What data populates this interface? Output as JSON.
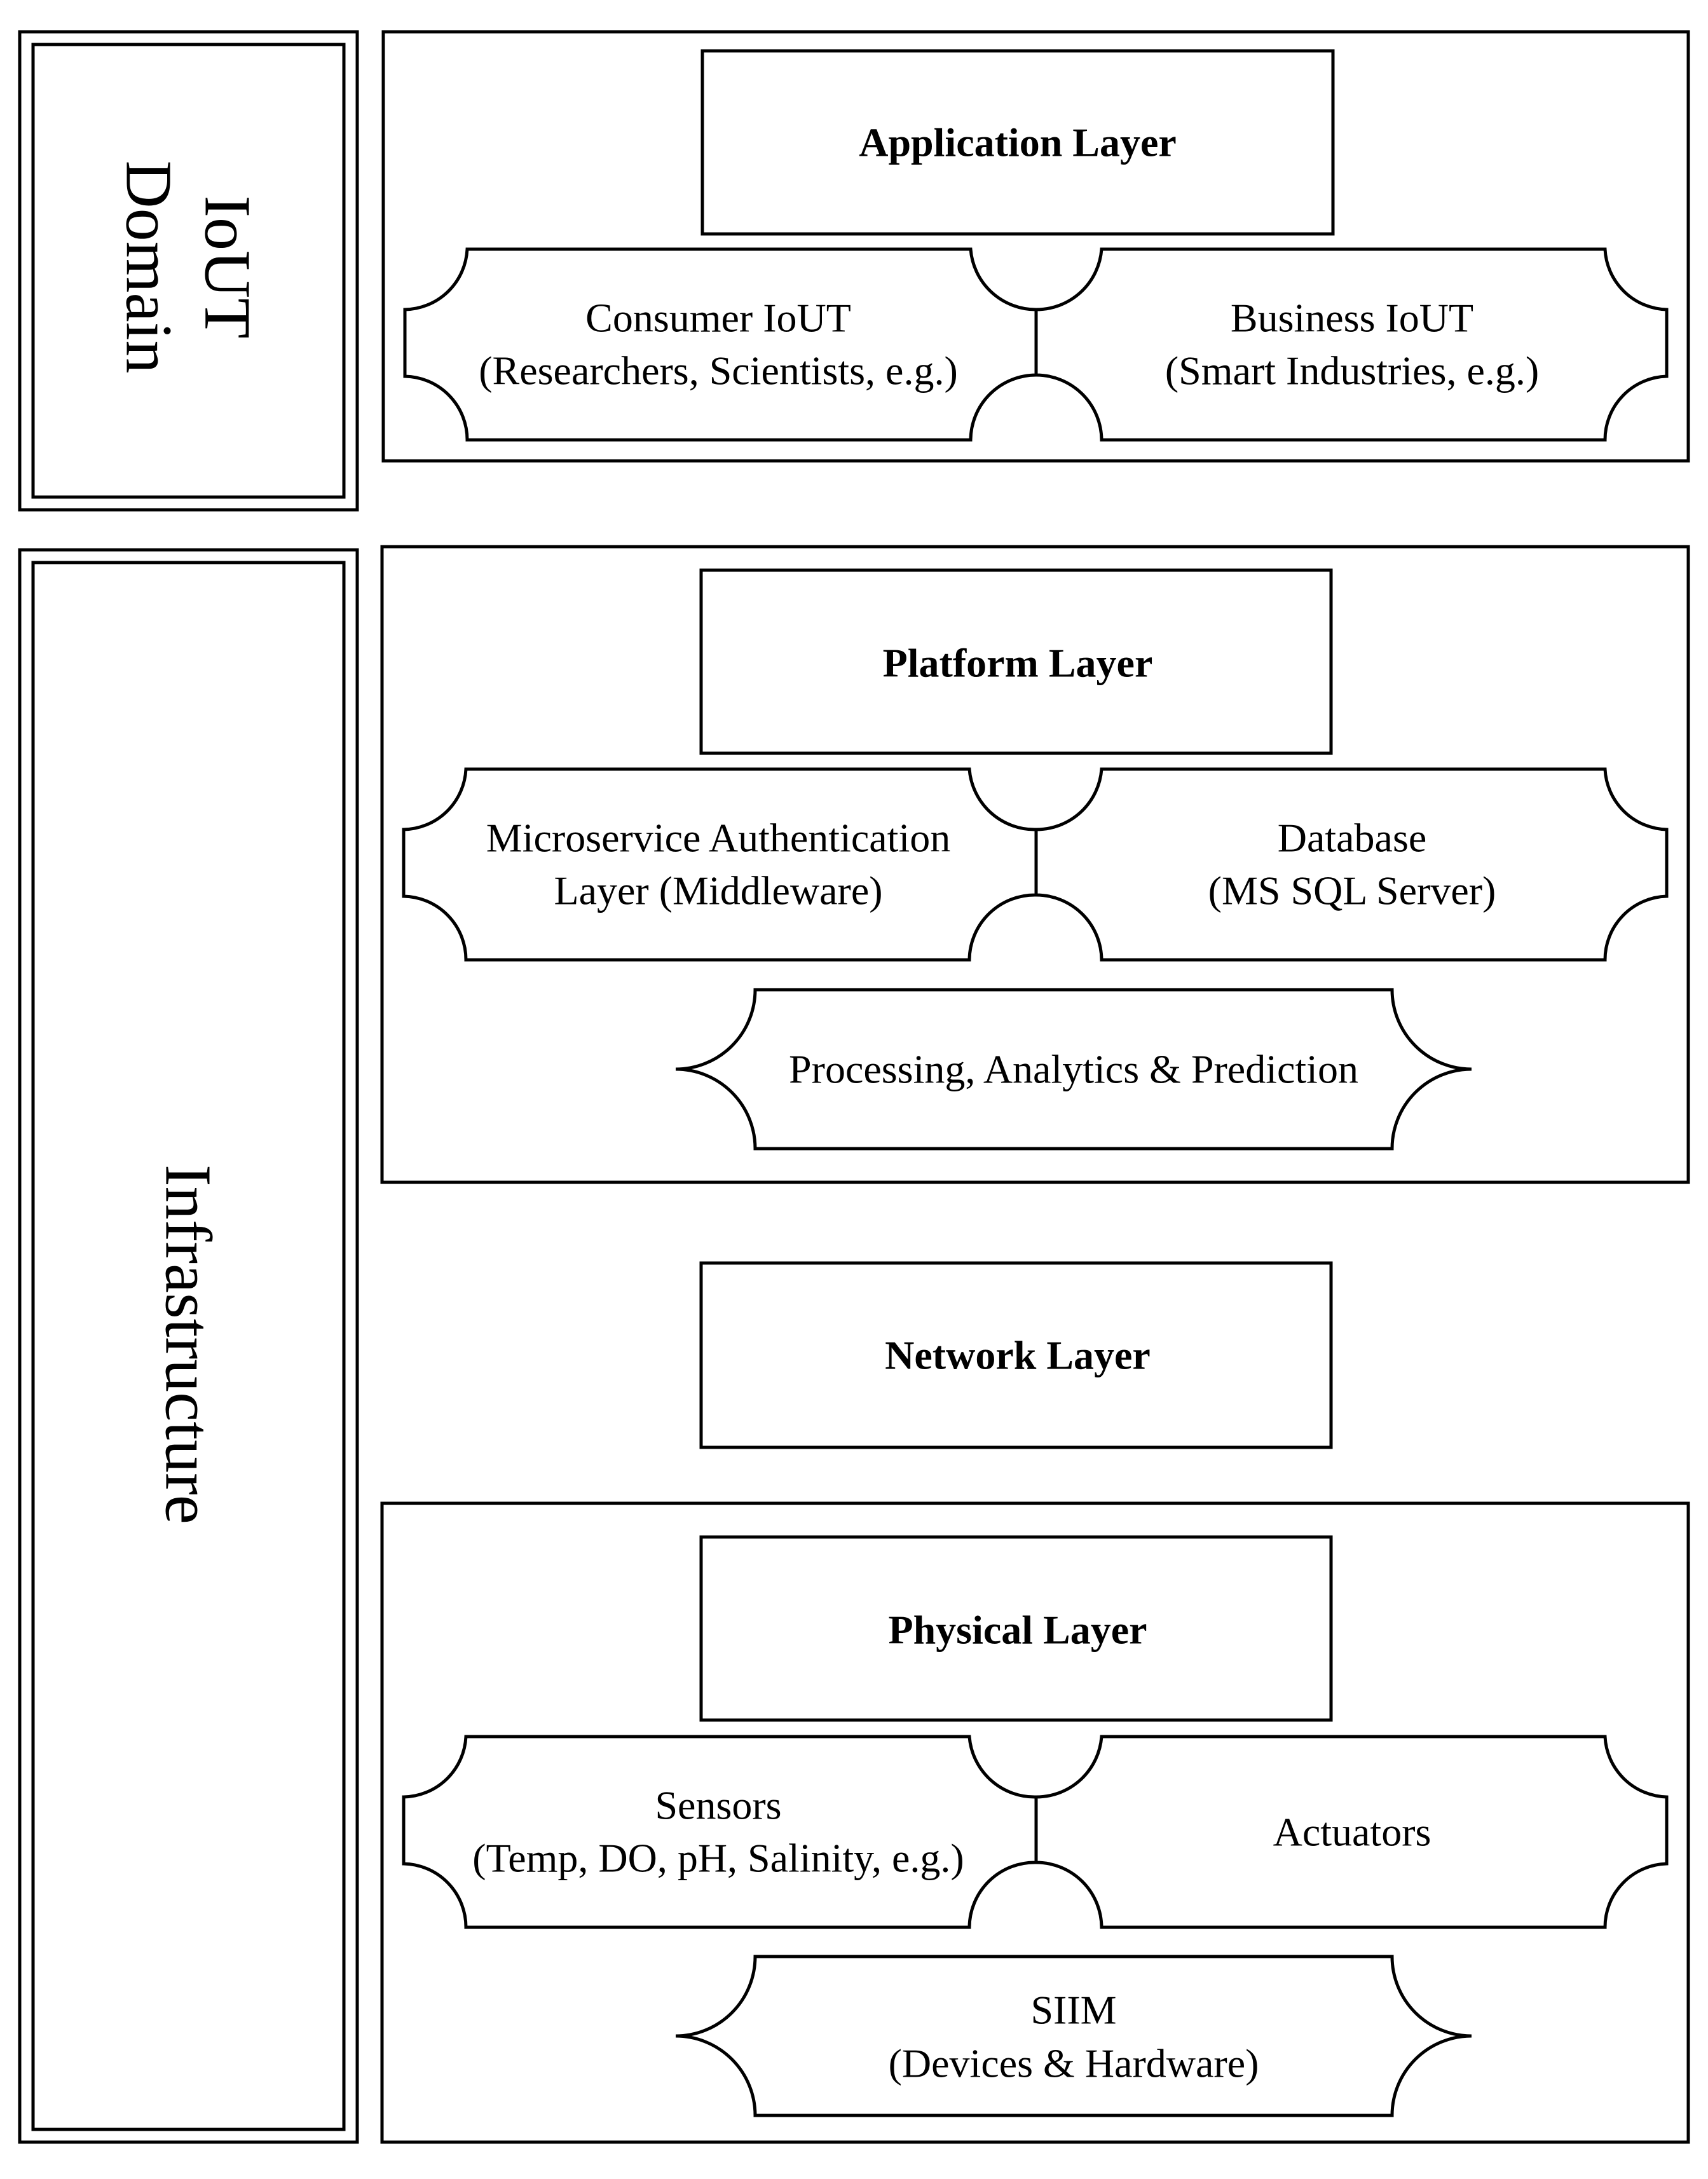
{
  "side_labels": {
    "domain_line1": "IoUT",
    "domain_line2": "Domain",
    "infrastructure": "Infrastructure"
  },
  "application": {
    "title": "Application Layer",
    "left_line1": "Consumer IoUT",
    "left_line2": "(Researchers, Scientists, e.g.)",
    "right_line1": "Business IoUT",
    "right_line2": "(Smart Industries, e.g.)"
  },
  "platform": {
    "title": "Platform Layer",
    "left_line1": "Microservice Authentication",
    "left_line2": "Layer (Middleware)",
    "right_line1": "Database",
    "right_line2": "(MS SQL Server)",
    "bottom": "Processing, Analytics & Prediction"
  },
  "network": {
    "title": "Network Layer"
  },
  "physical": {
    "title": "Physical Layer",
    "left_line1": "Sensors",
    "left_line2": "(Temp, DO, pH, Salinity, e.g.)",
    "right": "Actuators",
    "bottom_line1": "SIIM",
    "bottom_line2": "(Devices & Hardware)"
  }
}
